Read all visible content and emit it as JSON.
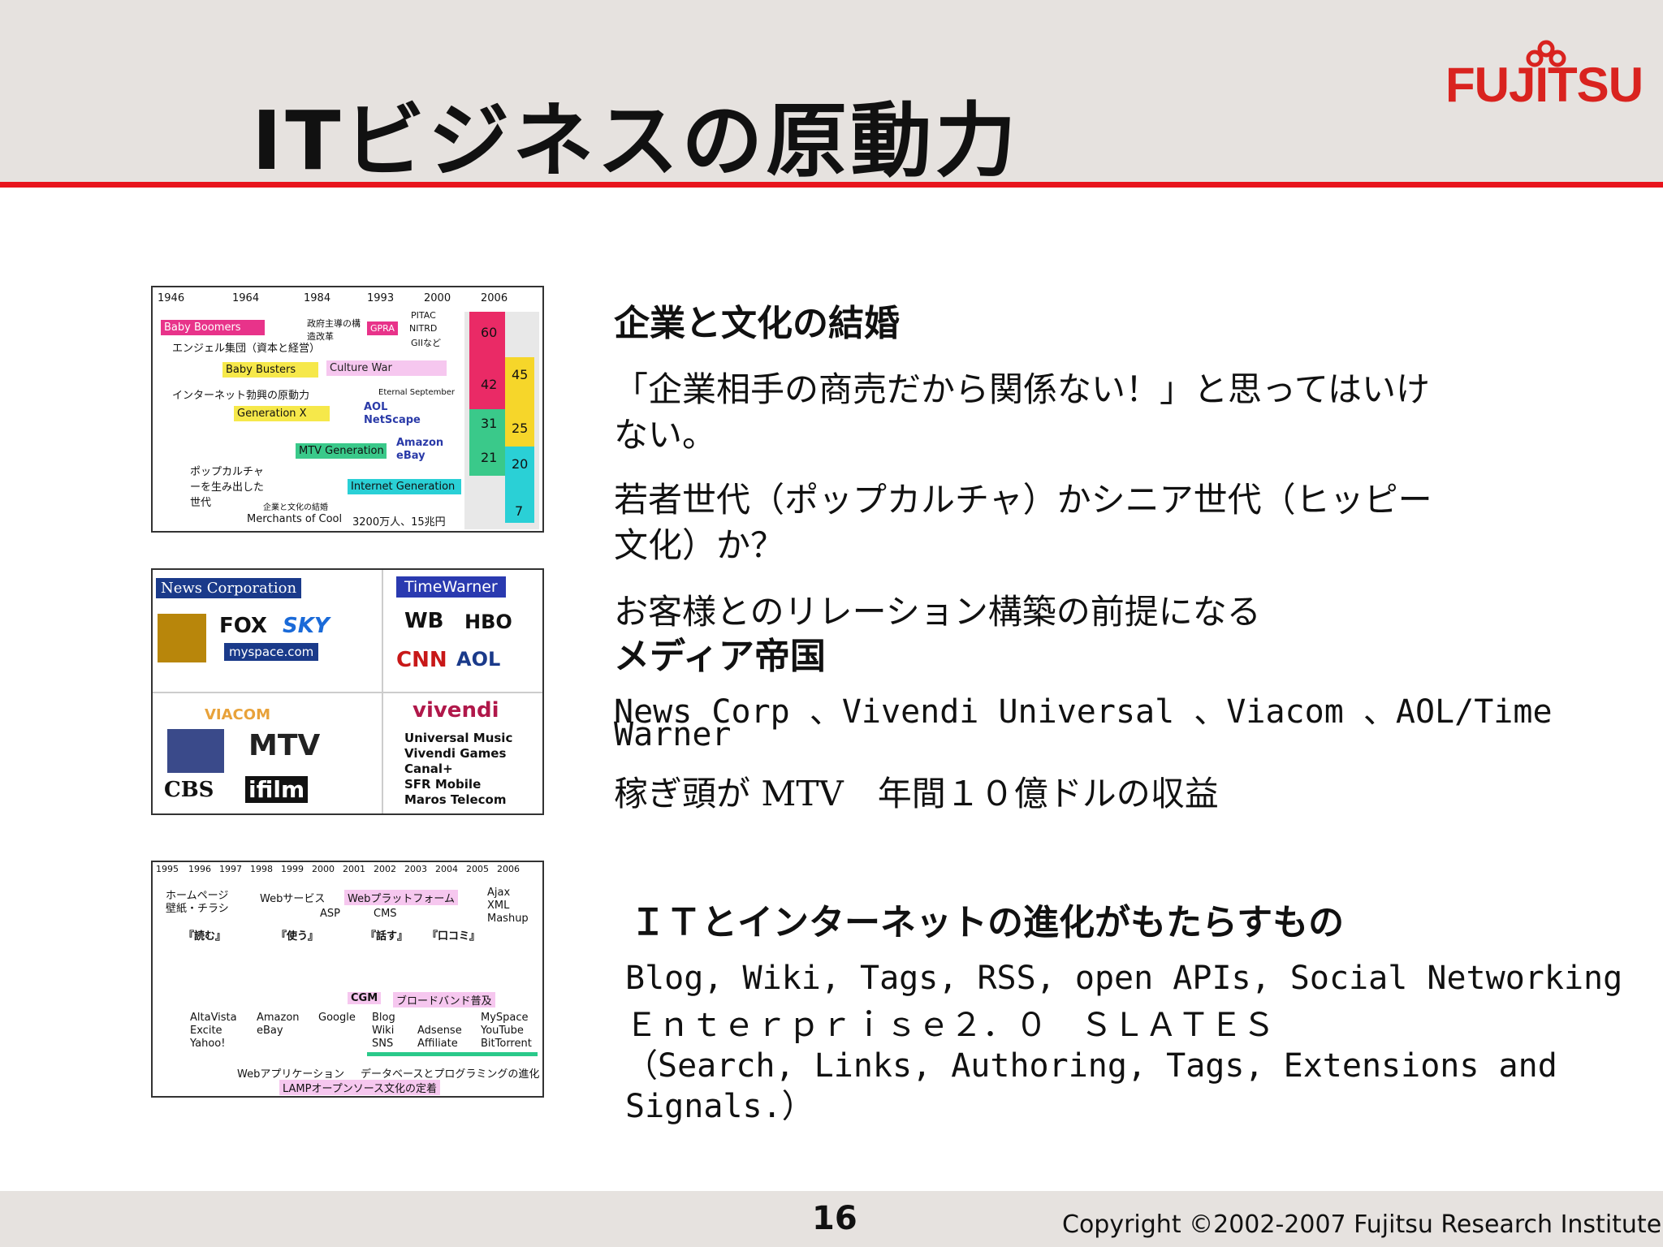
{
  "header": {
    "title": "ITビジネスの原動力",
    "logo": "FUJITSU"
  },
  "footer": {
    "page": "16",
    "copyright": "Copyright ©2002-2007 Fujitsu Research Institute"
  },
  "section1": {
    "heading": "企業と文化の結婚",
    "p1a": "「企業相手の商売だから関係ない！」と思ってはいけ",
    "p1b": "ない。",
    "p2a": "若者世代（ポップカルチャ）かシニア世代（ヒッピー",
    "p2b": "文化）か？",
    "p3": "お客様とのリレーション構築の前提になる"
  },
  "section2": {
    "heading": "メディア帝国",
    "p1a": "News Corp 、Vivendi Universal 、Viacom 、AOL/Time",
    "p1b": "Warner",
    "p2": "稼ぎ頭が MTV　年間１０億ドルの収益"
  },
  "section3": {
    "heading": "ＩＴとインターネットの進化がもたらすもの",
    "l1": "Blog, Wiki, Tags, RSS, open APIs, Social Networking",
    "l2": "Ｅｎｔｅｒｐｒｉｓｅ２．０　ＳＬＡＴＥＳ",
    "l3": "（Search, Links, Authoring, Tags, Extensions and",
    "l4": "Signals.）"
  },
  "fig1": {
    "years": [
      "1946",
      "1964",
      "1984",
      "1993",
      "2000",
      "2006"
    ],
    "labels": {
      "baby_boomers": "Baby Boomers",
      "angel": "エンジェル集団（資本と経営）",
      "govt": "政府主導の構造改革",
      "gpra": "GPRA",
      "pitac": "PITAC",
      "nitrd": "NITRD",
      "gii": "GIIなど",
      "baby_busters": "Baby Busters",
      "culture_war": "Culture War",
      "internet_origin": "インターネット勃興の原動力",
      "eternal": "Eternal September",
      "genx": "Generation X",
      "aol": "AOL",
      "netscape": "NetScape",
      "amazon": "Amazon",
      "ebay": "eBay",
      "mtv_gen": "MTV Generation",
      "pop": "ポップカルチャーを生み出した世代",
      "internet_gen": "Internet Generation",
      "marriage": "企業と文化の結婚",
      "merchants": "Merchants of Cool",
      "pop_stat": "3200万人、15兆円"
    },
    "values": [
      "60",
      "45",
      "42",
      "31",
      "25",
      "21",
      "20",
      "7"
    ]
  },
  "fig2": {
    "newscorp": "News Corporation",
    "fox": "FOX",
    "sky": "SKY",
    "myspace": "myspace.com",
    "timewarner": "TimeWarner",
    "hbo": "HBO",
    "cnn": "CNN",
    "aol": "AOL",
    "viacom": "VIACOM",
    "mtv": "MTV",
    "cbs": "CBS",
    "ifilm": "ifilm",
    "vivendi": "vivendi",
    "vivendi_list": [
      "Universal Music",
      "Vivendi Games",
      "Canal+",
      "SFR Mobile",
      "Maros Telecom"
    ]
  },
  "fig3": {
    "years": [
      "1995",
      "1996",
      "1997",
      "1998",
      "1999",
      "2000",
      "2001",
      "2002",
      "2003",
      "2004",
      "2005",
      "2006"
    ],
    "homepage": "ホームページ",
    "paper": "壁紙・チラシ",
    "webservice": "Webサービス",
    "platform": "Webプラットフォーム",
    "asp": "ASP",
    "cms": "CMS",
    "ajax": "Ajax",
    "xml": "XML",
    "mashup": "Mashup",
    "read": "『読む』",
    "use": "『使う』",
    "talk": "『話す』",
    "kuchikomi": "『口コミ』",
    "cgm": "CGM",
    "broadband": "ブロードバンド普及",
    "altavista": "AltaVista",
    "excite": "Excite",
    "yahoo": "Yahoo!",
    "amazon": "Amazon",
    "ebay": "eBay",
    "google": "Google",
    "blog": "Blog",
    "wiki": "Wiki",
    "sns": "SNS",
    "adsense": "Adsense",
    "affiliate": "Affiliate",
    "myspace": "MySpace",
    "youtube": "YouTube",
    "bittorrent": "BitTorrent",
    "webapp": "Webアプリケーション",
    "database": "データベースとプログラミングの進化",
    "lamp": "LAMPオープンソース文化の定着"
  }
}
